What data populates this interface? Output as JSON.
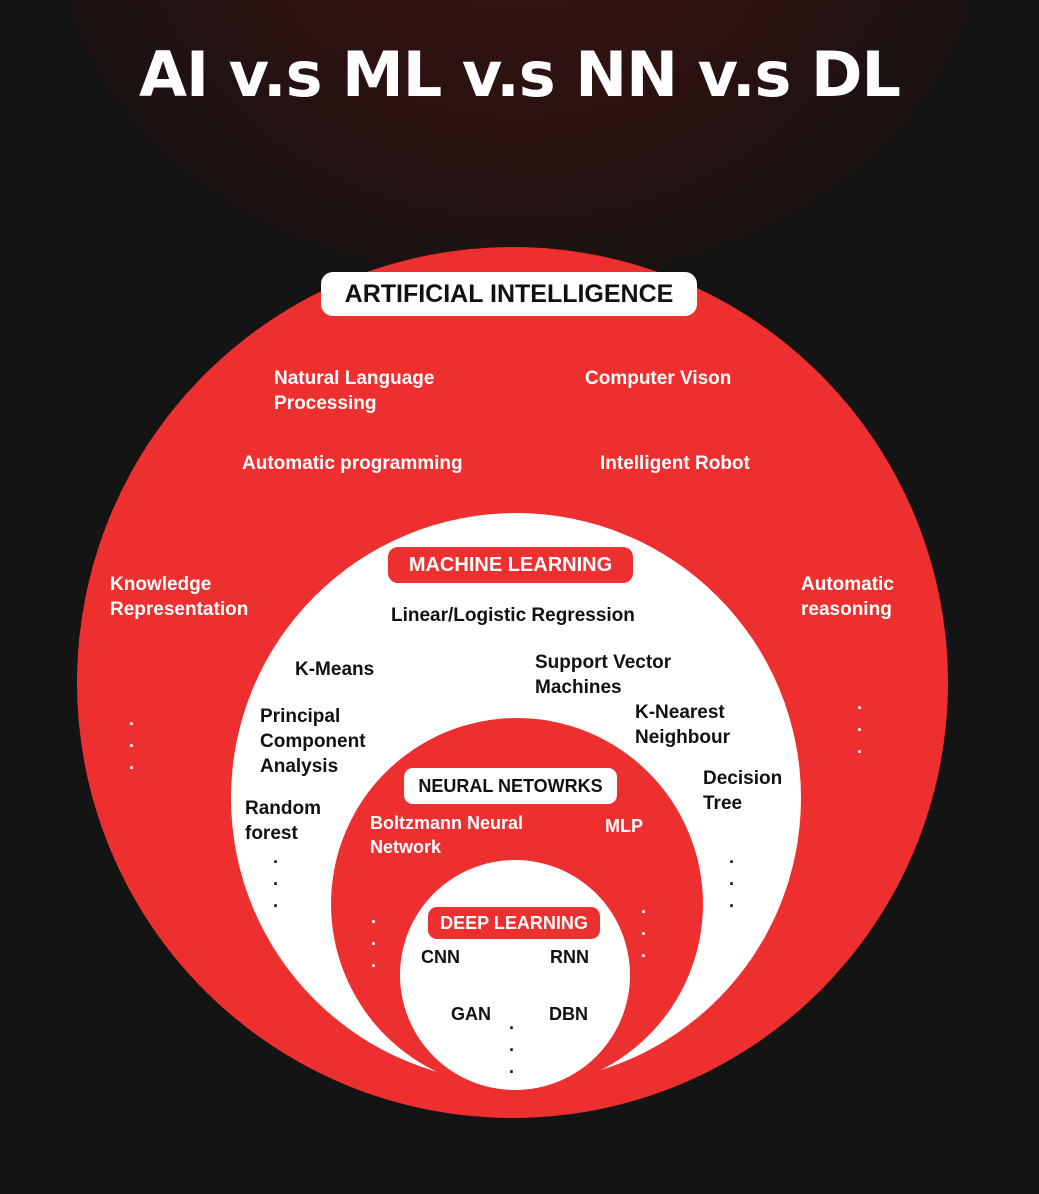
{
  "title": "AI v.s ML v.s NN v.s DL",
  "colors": {
    "background": "#141414",
    "red": "#ee2f2f",
    "white": "#ffffff",
    "dark_text": "#111111"
  },
  "ai": {
    "label": "ARTIFICIAL INTELLIGENCE",
    "items": {
      "nlp": "Natural Language\nProcessing",
      "computer_vision": "Computer Vison",
      "automatic_programming": "Automatic programming",
      "intelligent_robot": "Intelligent Robot",
      "knowledge_representation": "Knowledge\nRepresentation",
      "automatic_reasoning": "Automatic\nreasoning"
    },
    "ellipsis": ".\n.\n."
  },
  "ml": {
    "label": "MACHINE LEARNING",
    "items": {
      "linear_logistic": "Linear/Logistic Regression",
      "kmeans": "K-Means",
      "svm": "Support Vector\nMachines",
      "pca": "Principal\nComponent\nAnalysis",
      "knn": "K-Nearest\nNeighbour",
      "random_forest": "Random\nforest",
      "decision_tree": "Decision\nTree"
    },
    "ellipsis": ".\n.\n."
  },
  "nn": {
    "label": "NEURAL NETOWRKS",
    "items": {
      "boltzmann": "Boltzmann Neural\nNetwork",
      "mlp": "MLP"
    },
    "ellipsis": ".\n.\n."
  },
  "dl": {
    "label": "DEEP LEARNING",
    "items": {
      "cnn": "CNN",
      "rnn": "RNN",
      "gan": "GAN",
      "dbn": "DBN"
    },
    "ellipsis": ".\n.\n."
  }
}
